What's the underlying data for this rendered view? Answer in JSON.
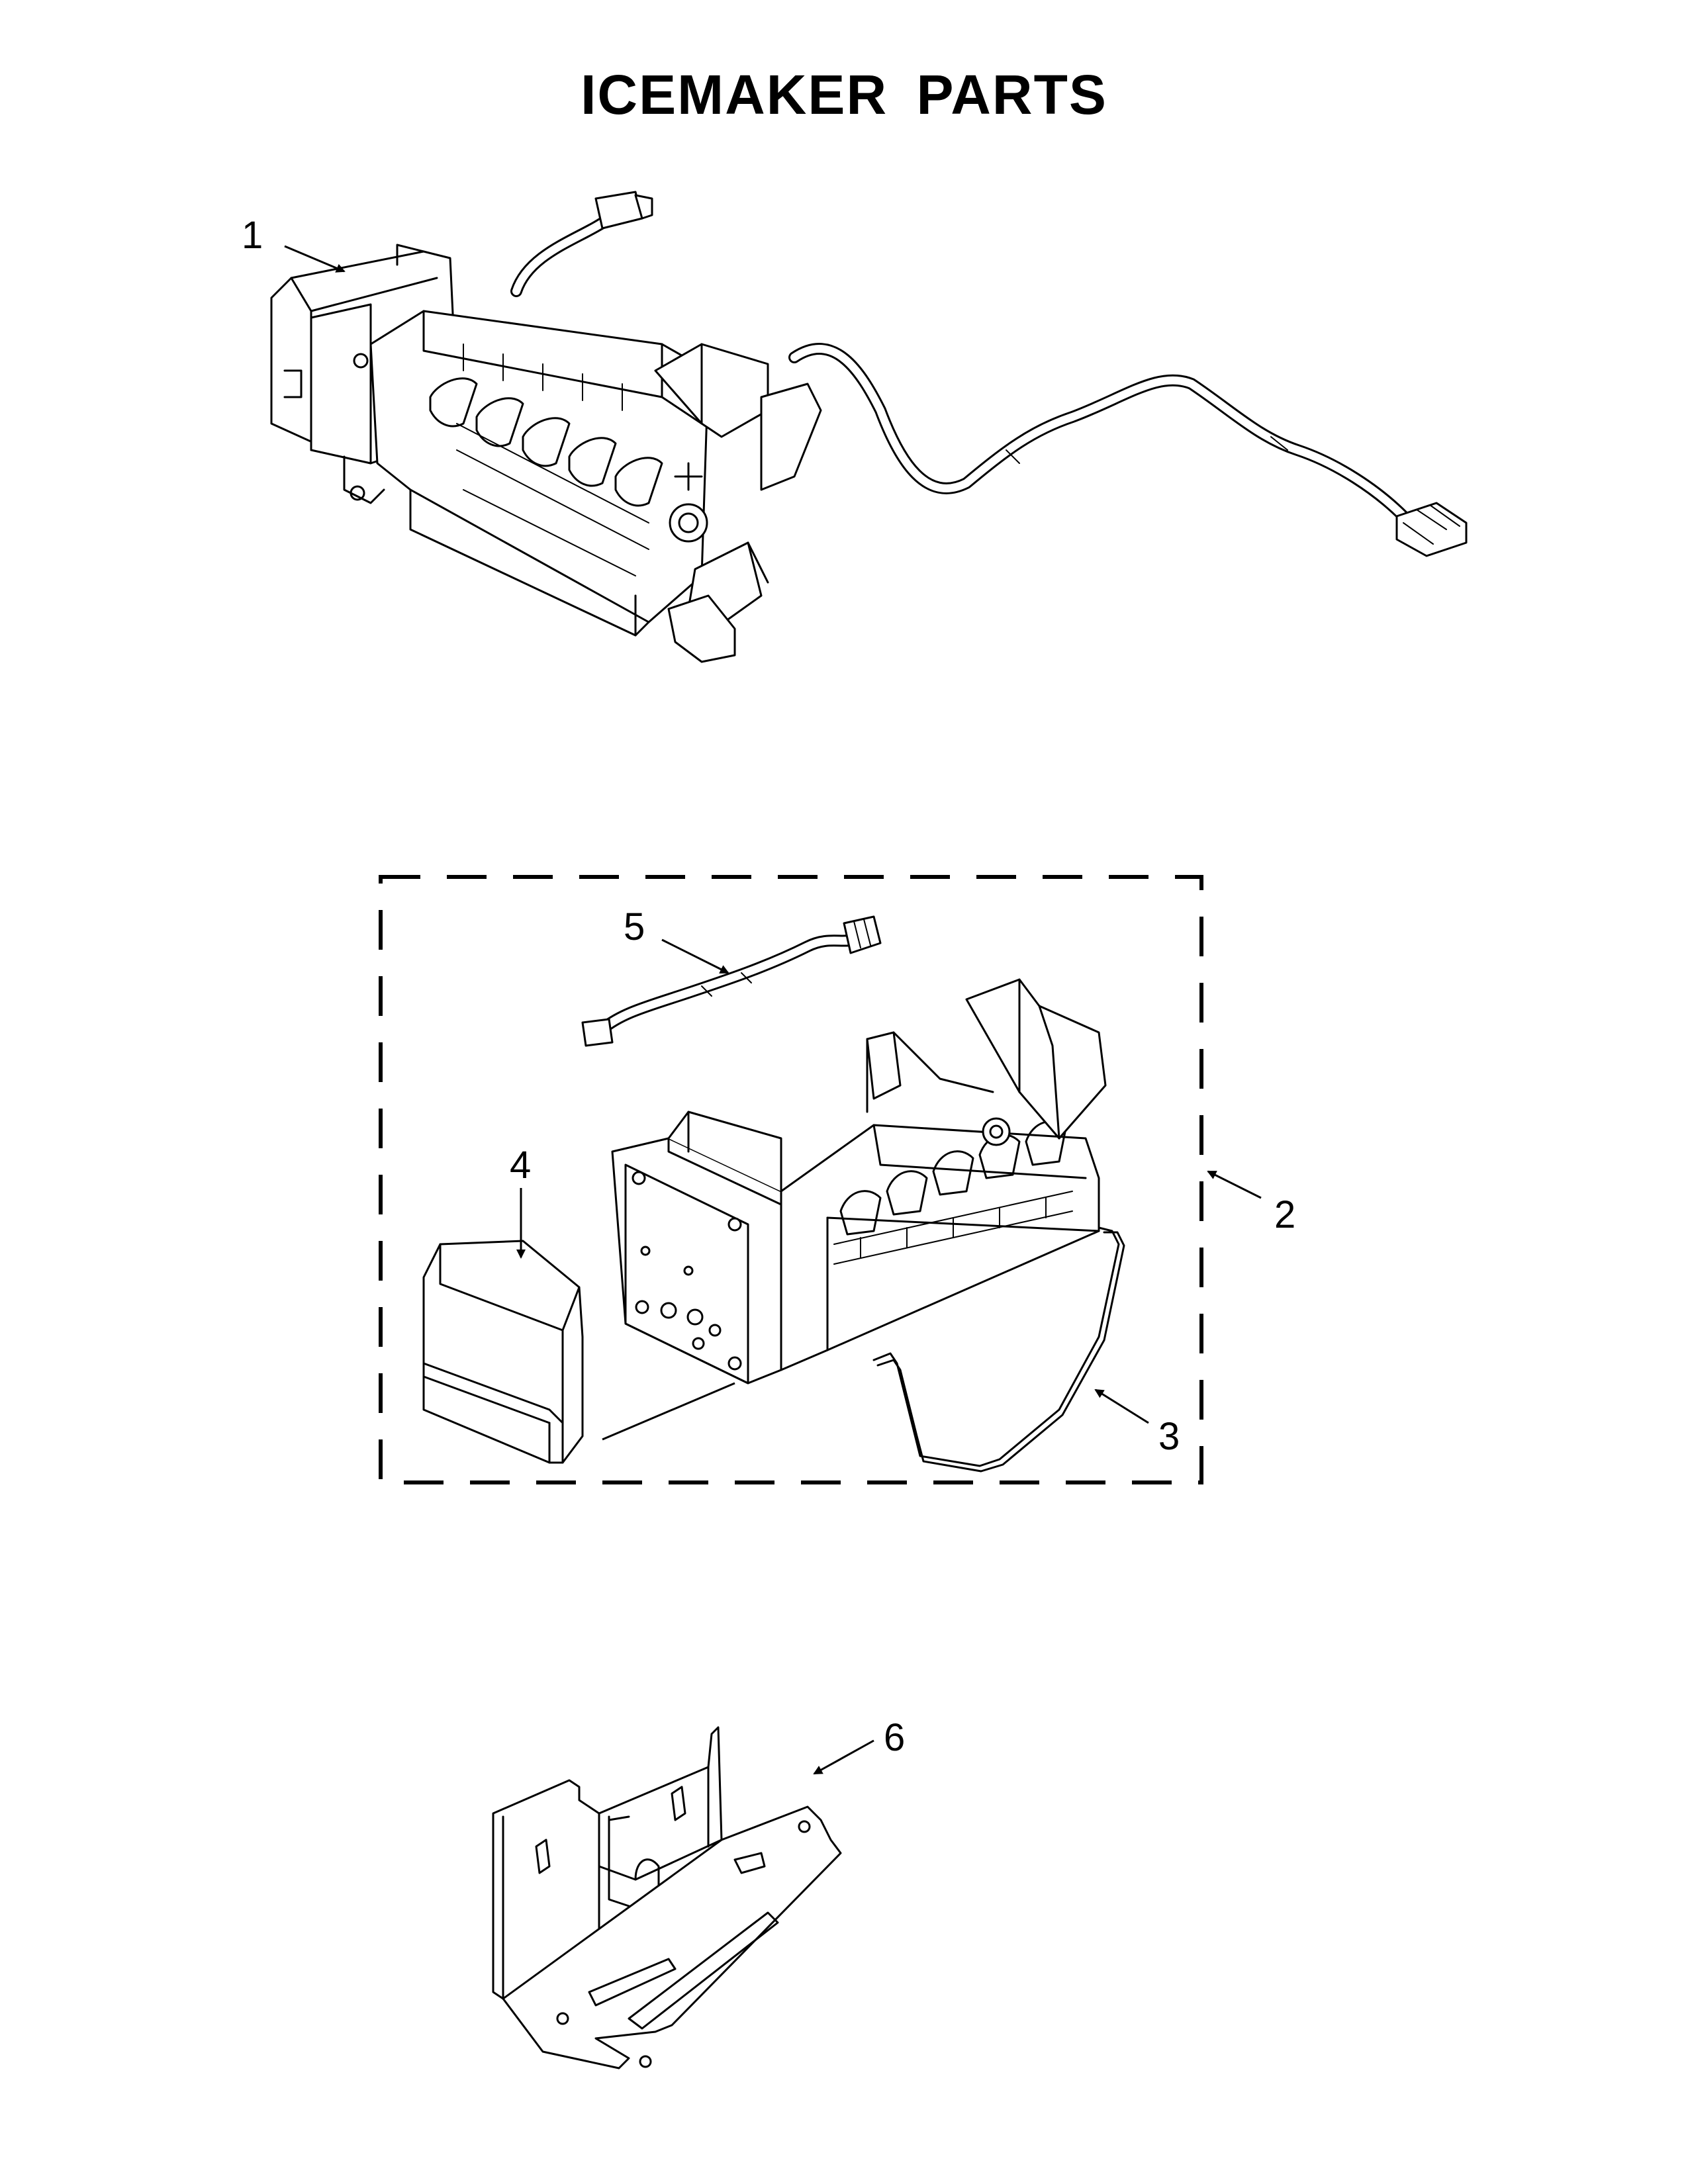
{
  "title": "ICEMAKER PARTS",
  "callouts": {
    "c1": "1",
    "c2": "2",
    "c3": "3",
    "c4": "4",
    "c5": "5",
    "c6": "6"
  }
}
